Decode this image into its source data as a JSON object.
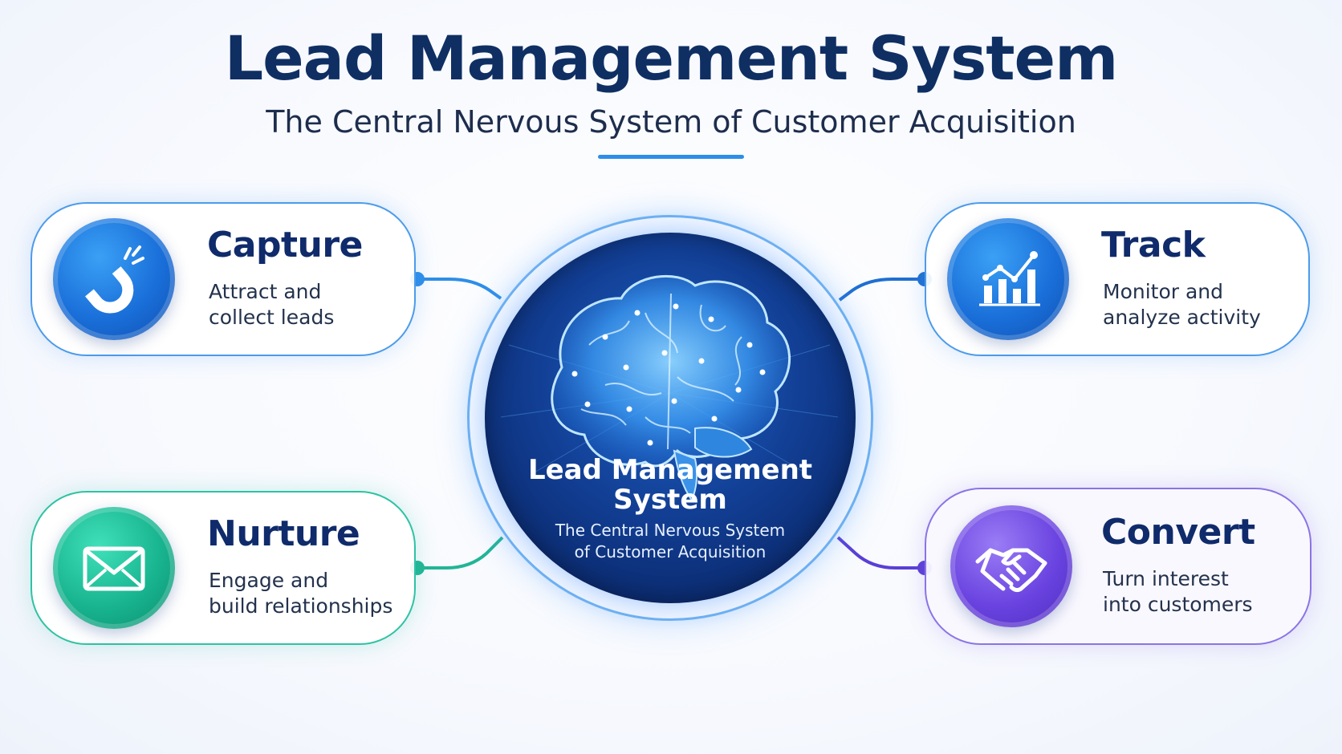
{
  "header": {
    "title": "Lead Management System",
    "subtitle": "The Central Nervous System of Customer Acquisition"
  },
  "hub": {
    "title_line1": "Lead Management",
    "title_line2": "System",
    "subtitle_line1": "The Central Nervous System",
    "subtitle_line2": "of Customer Acquisition",
    "icon": "brain-icon"
  },
  "stages": {
    "capture": {
      "title": "Capture",
      "desc_line1": "Attract and",
      "desc_line2": "collect leads",
      "icon": "magnet-icon",
      "color": "#1a6fd9"
    },
    "track": {
      "title": "Track",
      "desc_line1": "Monitor and",
      "desc_line2": "analyze activity",
      "icon": "chart-icon",
      "color": "#1a6fd9"
    },
    "nurture": {
      "title": "Nurture",
      "desc_line1": "Engage and",
      "desc_line2": "build relationships",
      "icon": "envelope-icon",
      "color": "#18b48f"
    },
    "convert": {
      "title": "Convert",
      "desc_line1": "Turn interest",
      "desc_line2": "into customers",
      "icon": "handshake-icon",
      "color": "#6a43e0"
    }
  },
  "colors": {
    "title": "#0f2f63",
    "accent_blue": "#2d8ee8",
    "accent_green": "#2fc2a3",
    "accent_purple": "#8a74e6",
    "hub_dark": "#0b2a6e"
  }
}
